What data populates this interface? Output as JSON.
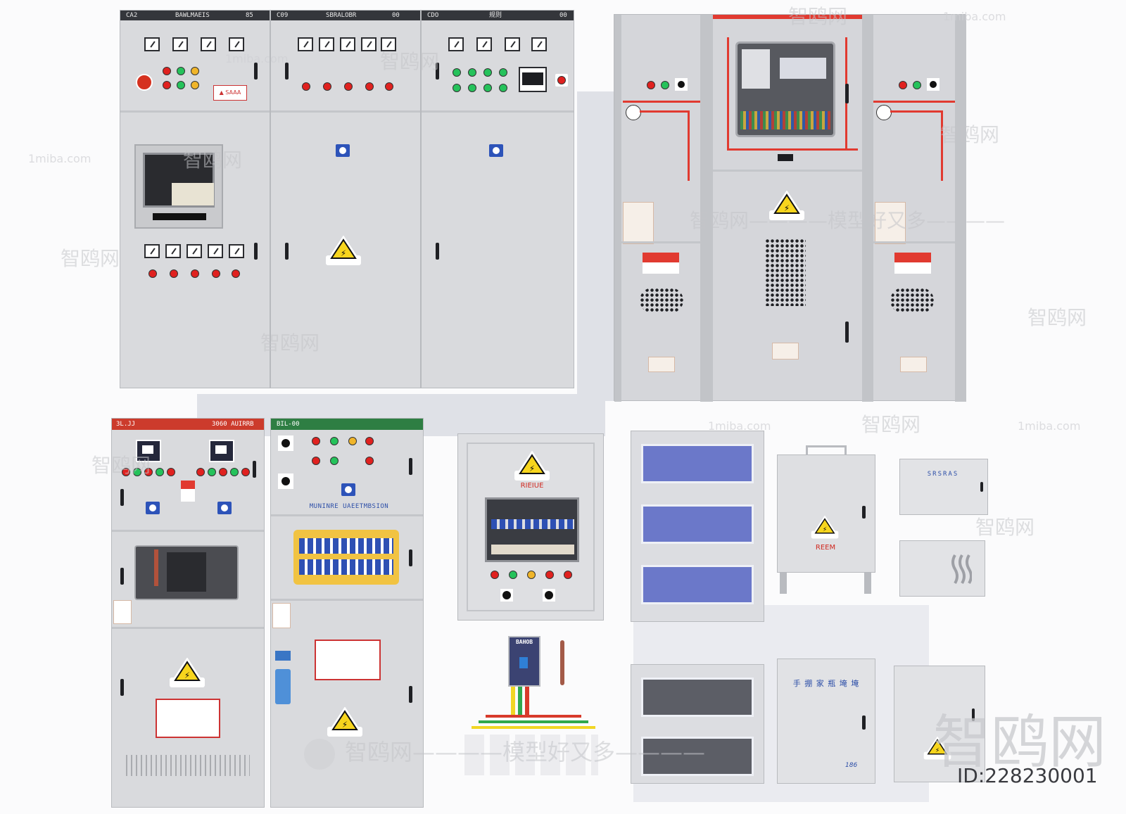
{
  "top_left_cabinets": {
    "cab1": {
      "code": "CA2",
      "name": "BAWLMAEIS",
      "num": "85"
    },
    "cab2": {
      "code": "C09",
      "name": "SBRALOBR",
      "num": "00"
    },
    "cab3": {
      "code": "CDO",
      "name": "规则",
      "num": "00"
    },
    "warning_label": "▲ SAAA"
  },
  "bottom_left_cabinets": {
    "cab4": {
      "code": "3L.JJ",
      "name": "3060 AUIRRB"
    },
    "cab5": {
      "code": "BIL-00",
      "banner": "MUNINRE UAEETMBSION"
    }
  },
  "center_box": {
    "warning_text": "RIEIUE"
  },
  "isolator": {
    "label": "BAHOB"
  },
  "right_boxes": {
    "meter_box_label": "SRSRAS",
    "transformer_label": "REEM",
    "cabinet_title": "手 掤 家 瓶 埯 埯",
    "cabinet_number": "186"
  },
  "watermarks": {
    "logo": "智鸥网",
    "tagline": "智鸥网————模型好又多————",
    "site": "1miba.com",
    "id_text": "ID:228230001"
  },
  "colors": {
    "cabinet": "#d9dadd",
    "header": "#34363b",
    "accent_red": "#e13a30",
    "breaker_blue": "#6b78c9"
  }
}
